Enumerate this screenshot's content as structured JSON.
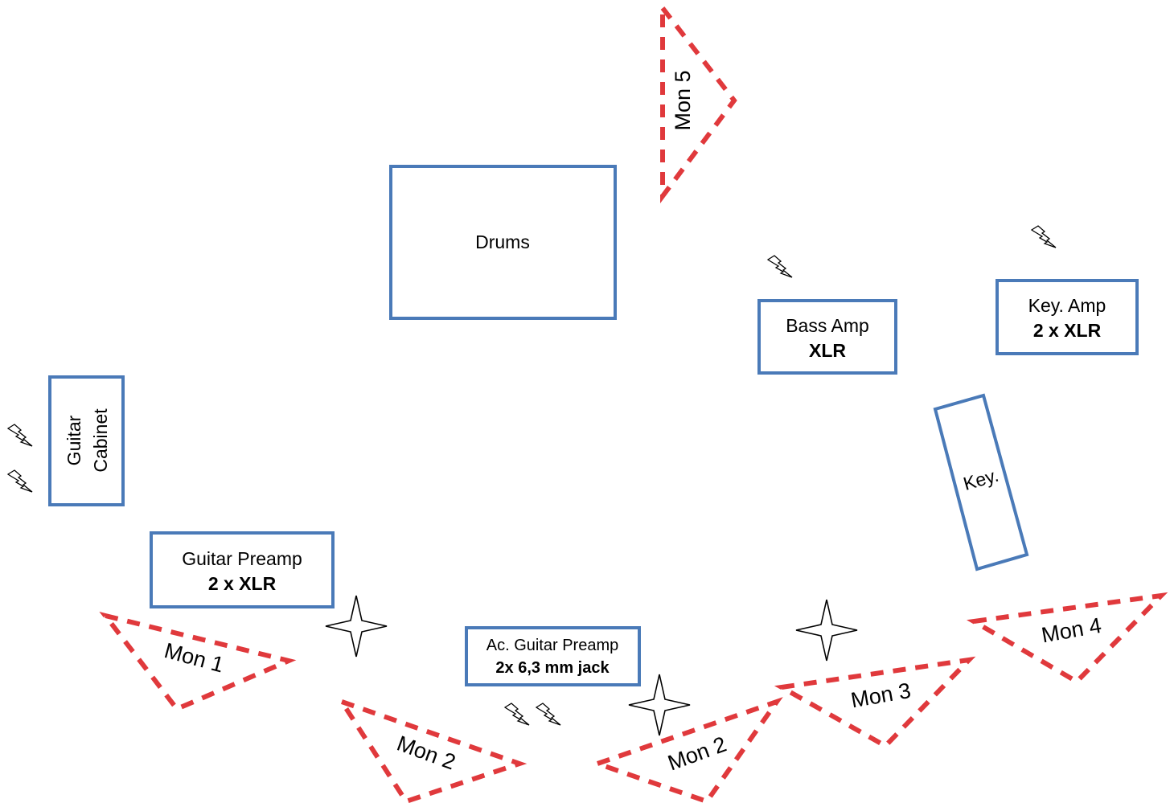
{
  "stage": {
    "drums": {
      "label": "Drums"
    },
    "bass_amp": {
      "label": "Bass Amp",
      "connector": "XLR"
    },
    "key_amp": {
      "label": "Key. Amp",
      "connector": "2 x XLR"
    },
    "keyboard": {
      "label": "Key."
    },
    "guitar_cabinet": {
      "line1": "Guitar",
      "line2": "Cabinet"
    },
    "guitar_preamp": {
      "label": "Guitar Preamp",
      "connector": "2 x XLR"
    },
    "ac_guitar_preamp": {
      "label": "Ac. Guitar Preamp",
      "connector": "2x 6,3 mm jack"
    }
  },
  "monitors": {
    "mon1": "Mon 1",
    "mon2_left": "Mon 2",
    "mon2_right": "Mon 2",
    "mon3": "Mon 3",
    "mon4": "Mon 4",
    "mon5": "Mon 5"
  },
  "icons": {
    "power": "power-outlet-icon (lightning bolt)",
    "mic_stand": "mic-stand-icon (four-point star)"
  },
  "colors": {
    "box_stroke": "#4a7ab8",
    "monitor_stroke": "#e0393c",
    "text": "#000000"
  }
}
